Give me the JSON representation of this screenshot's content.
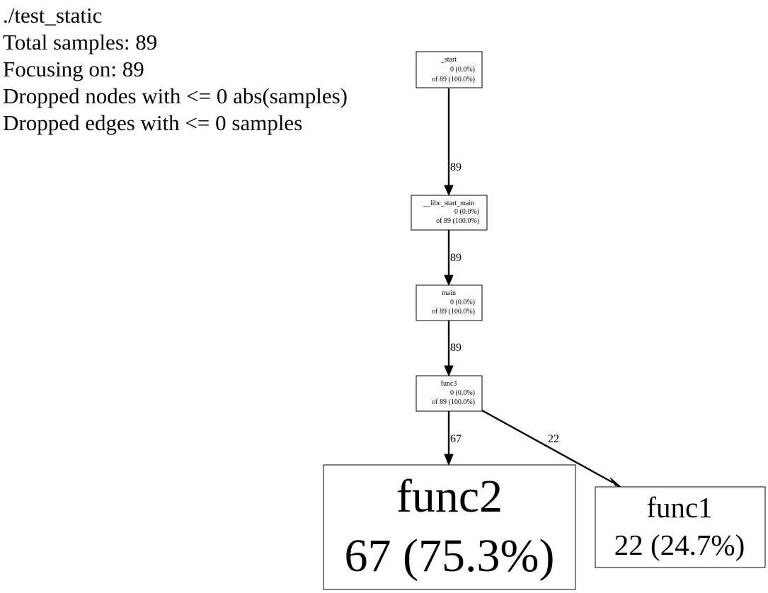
{
  "legend": {
    "lines": [
      "./test_static",
      "Total samples: 89",
      "Focusing on: 89",
      "Dropped nodes with <= 0 abs(samples)",
      "Dropped edges with <= 0 samples"
    ]
  },
  "nodes": {
    "start": {
      "name": "_start",
      "flat": "0 (0.0%)",
      "cum": "of 89 (100.0%)"
    },
    "libc_start_main": {
      "name": "__libc_start_main",
      "flat": "0 (0.0%)",
      "cum": "of 89 (100.0%)"
    },
    "main": {
      "name": "main",
      "flat": "0 (0.0%)",
      "cum": "of 89 (100.0%)"
    },
    "func3": {
      "name": "func3",
      "flat": "0 (0.0%)",
      "cum": "of 89 (100.0%)"
    },
    "func2": {
      "name": "func2",
      "flat": "67 (75.3%)"
    },
    "func1": {
      "name": "func1",
      "flat": "22 (24.7%)"
    }
  },
  "edges": {
    "start_to_libc": "89",
    "libc_to_main": "89",
    "main_to_func3": "89",
    "func3_to_func2": "67",
    "func3_to_func1": "22"
  }
}
